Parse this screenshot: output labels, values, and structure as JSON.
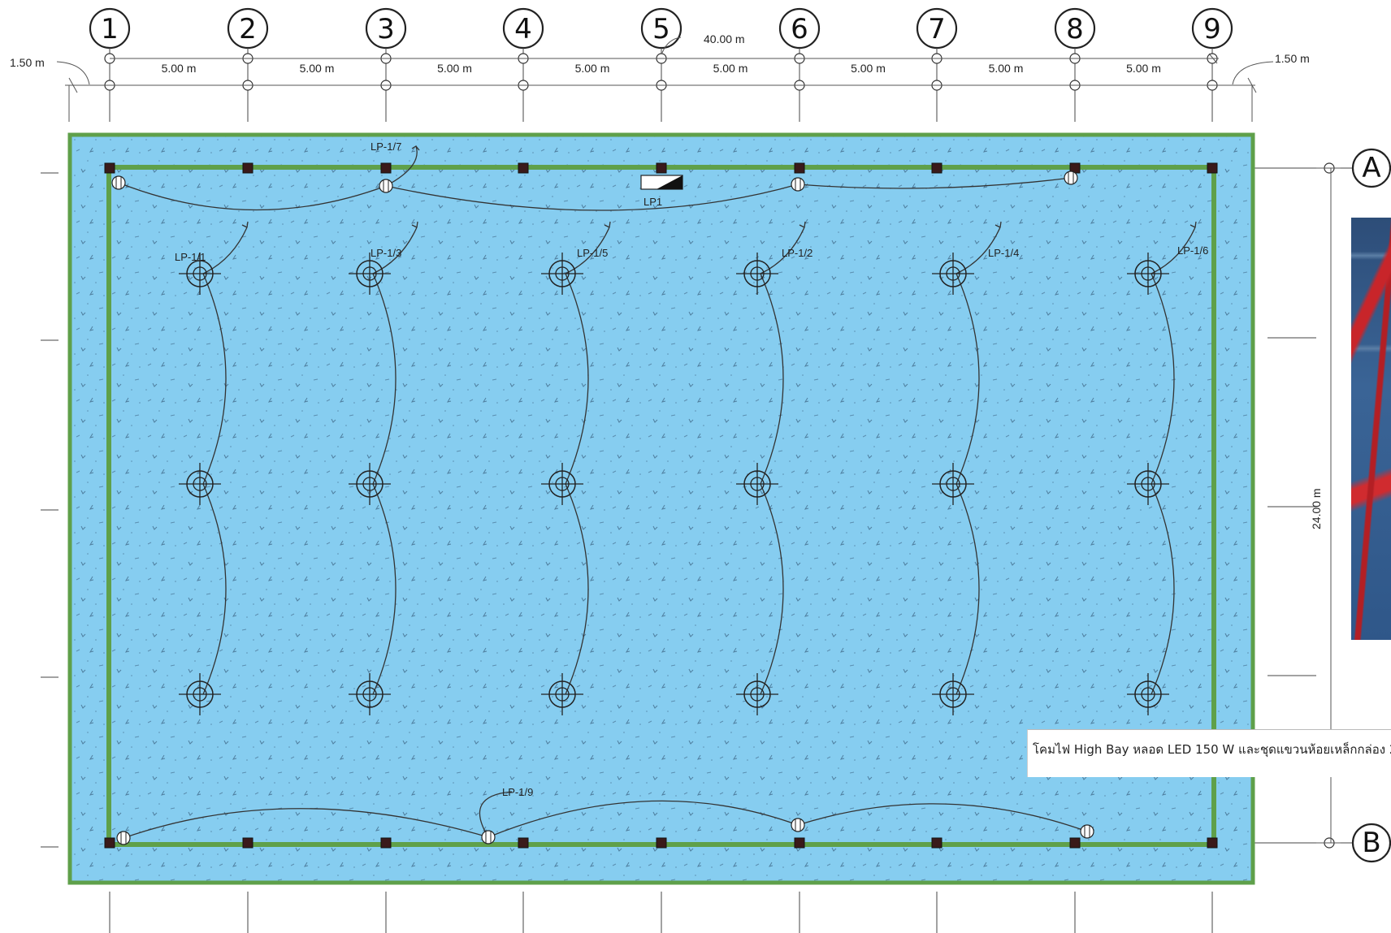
{
  "colors": {
    "roof_fill": "#86cdf0",
    "border_green": "#5fa04a",
    "line_dark": "#333333",
    "column_fill": "#3a1a1a"
  },
  "grid": {
    "columns": [
      "1",
      "2",
      "3",
      "4",
      "5",
      "6",
      "7",
      "8",
      "9"
    ],
    "rows": [
      "A",
      "B"
    ]
  },
  "dimensions": {
    "spans": [
      "5.00 m",
      "5.00 m",
      "5.00 m",
      "5.00 m",
      "5.00 m",
      "5.00 m",
      "5.00 m",
      "5.00 m"
    ],
    "overall": "40.00 m",
    "left_overhang": "1.50 m",
    "right_overhang": "1.50 m",
    "depth": "24.00 m"
  },
  "panel": {
    "label": "LP1"
  },
  "circuits": [
    "LP-1/1",
    "LP-1/3",
    "LP-1/5",
    "LP-1/2",
    "LP-1/4",
    "LP-1/6"
  ],
  "perimeter_circuits": {
    "top": "LP-1/7",
    "bottom": "LP-1/9"
  },
  "legend": {
    "text": "โคมไฟ High Bay หลอด LED 150 W และชุดแขวนห้อยเหล็กกล่อง 2"
  }
}
